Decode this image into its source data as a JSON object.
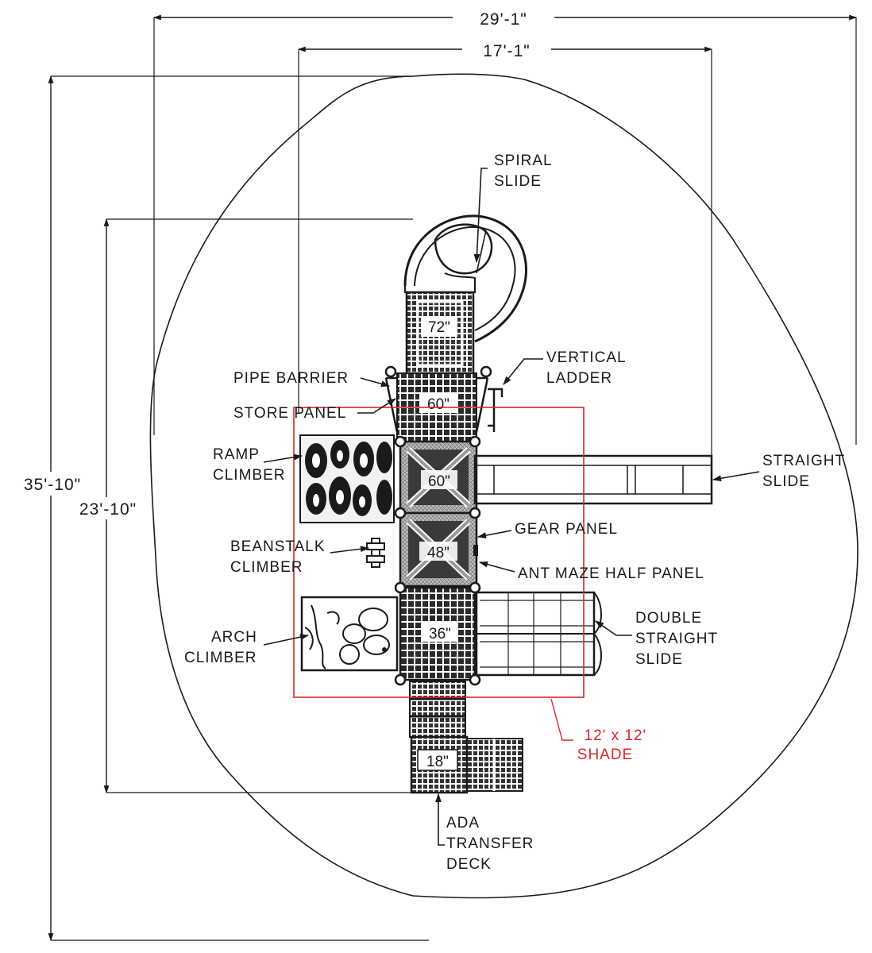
{
  "dimensions": {
    "overall_width": "29'-1\"",
    "structure_width": "17'-1\"",
    "overall_depth": "35'-10\"",
    "structure_depth": "23'-10\""
  },
  "decks": {
    "d72": "72\"",
    "d60_top": "60\"",
    "d60": "60\"",
    "d48": "48\"",
    "d36": "36\"",
    "d18": "18\""
  },
  "labels": {
    "spiral_slide": [
      "SPIRAL",
      "SLIDE"
    ],
    "vertical_ladder": [
      "VERTICAL",
      "LADDER"
    ],
    "pipe_barrier": "PIPE BARRIER",
    "store_panel": "STORE PANEL",
    "ramp_climber": [
      "RAMP",
      "CLIMBER"
    ],
    "straight_slide": [
      "STRAIGHT",
      "SLIDE"
    ],
    "gear_panel": "GEAR PANEL",
    "beanstalk_climber": [
      "BEANSTALK",
      "CLIMBER"
    ],
    "ant_maze_half_panel": "ANT MAZE HALF PANEL",
    "double_straight_slide": [
      "DOUBLE",
      "STRAIGHT",
      "SLIDE"
    ],
    "arch_climber": [
      "ARCH",
      "CLIMBER"
    ],
    "ada_transfer_deck": [
      "ADA",
      "TRANSFER",
      "DECK"
    ],
    "shade": [
      "12' x 12'",
      "SHADE"
    ]
  },
  "colors": {
    "line": "#1a1a1a",
    "shade": "#d9262b",
    "background": "#ffffff"
  }
}
